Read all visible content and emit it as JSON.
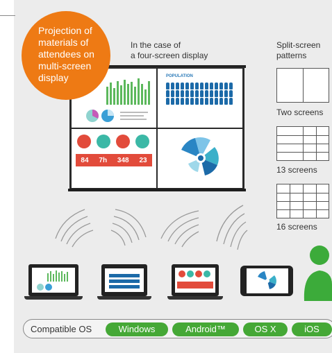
{
  "badge": {
    "lines": [
      "Projection of",
      "materials of",
      "attendees on",
      "multi-screen",
      "display"
    ],
    "color": "#ee7a14"
  },
  "four_screen_caption": {
    "line1": "In the case of",
    "line2": "a four-screen display"
  },
  "split_patterns": {
    "title_line1": "Split-screen",
    "title_line2": "patterns",
    "two": "Two screens",
    "thirteen": "13 screens",
    "sixteen": "16 screens"
  },
  "screen_quads": {
    "population_label": "POPULATION",
    "stats": [
      "84",
      "7h",
      "348",
      "23"
    ]
  },
  "os": {
    "label": "Compatible OS",
    "items": [
      "Windows",
      "Android™",
      "OS X",
      "iOS"
    ],
    "accent": "#45a836"
  }
}
